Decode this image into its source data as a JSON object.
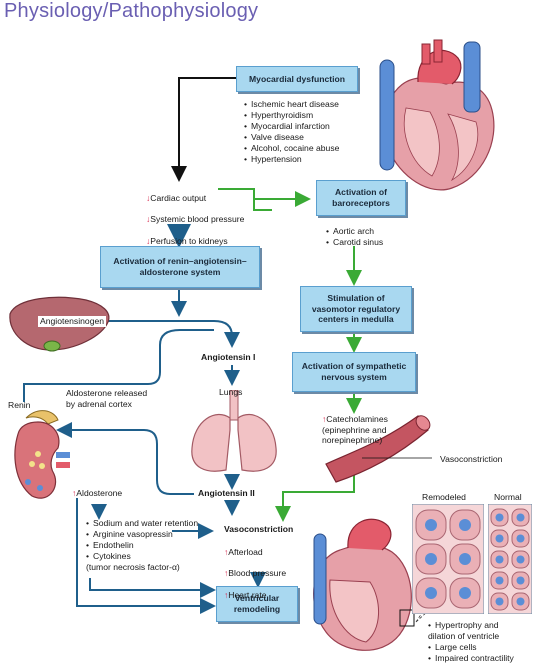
{
  "title": "Physiology/Pathophysiology",
  "boxes": {
    "myocardial_dysfunction": "Myocardial dysfunction",
    "baroreceptors": "Activation of\nbaroreceptors",
    "raas": "Activation of renin–angiotensin–\naldosterone system",
    "vasomotor": "Stimulation of\nvasomotor regulatory\ncenters in medulla",
    "sympathetic": "Activation of sympathetic\nnervous system",
    "ventricular_remodeling": "Ventricular\nremodeling"
  },
  "causes": [
    "Ischemic heart disease",
    "Hyperthyroidism",
    "Myocardial infarction",
    "Valve disease",
    "Alcohol, cocaine abuse",
    "Hypertension"
  ],
  "decreases": [
    "Cardiac output",
    "Systemic blood pressure",
    "Perfusion to kidneys"
  ],
  "arrow_down_symbol": "↓",
  "arrow_up_symbol": "↑",
  "baroreceptor_sites": [
    "Aortic arch",
    "Carotid sinus"
  ],
  "labels": {
    "angiotensinogen": "Angiotensinogen",
    "angiotensin_i": "Angiotensin I",
    "lungs": "Lungs",
    "angiotensin_ii": "Angiotensin II",
    "renin": "Renin",
    "aldosterone_released": "Aldosterone released\nby adrenal cortex",
    "aldosterone": "Aldosterone",
    "catecholamines": "Catecholamines\n(epinephrine and\nnorepinephrine)",
    "vasoconstriction_label": "Vasoconstriction",
    "vasoconstriction_heading": "Vasoconstriction",
    "remodeled": "Remodeled",
    "normal": "Normal"
  },
  "aldosterone_effects": [
    "Sodium and water retention",
    "Arginine vasopressin",
    "Endothelin",
    "Cytokines\n(tumor necrosis factor-α)"
  ],
  "vaso_effects": [
    "Afterload",
    "Blood pressure",
    "Heart rate"
  ],
  "remodeling_effects": [
    "Hypertrophy and\ndilation of ventricle",
    "Large cells",
    "Impaired contractility"
  ],
  "colors": {
    "title": "#6a5fb2",
    "box_fill": "#a9d8f0",
    "black_arrow": "#111111",
    "green_arrow": "#3aaa35",
    "blue_arrow": "#1f5f8b",
    "red_mark": "#d6254a"
  }
}
